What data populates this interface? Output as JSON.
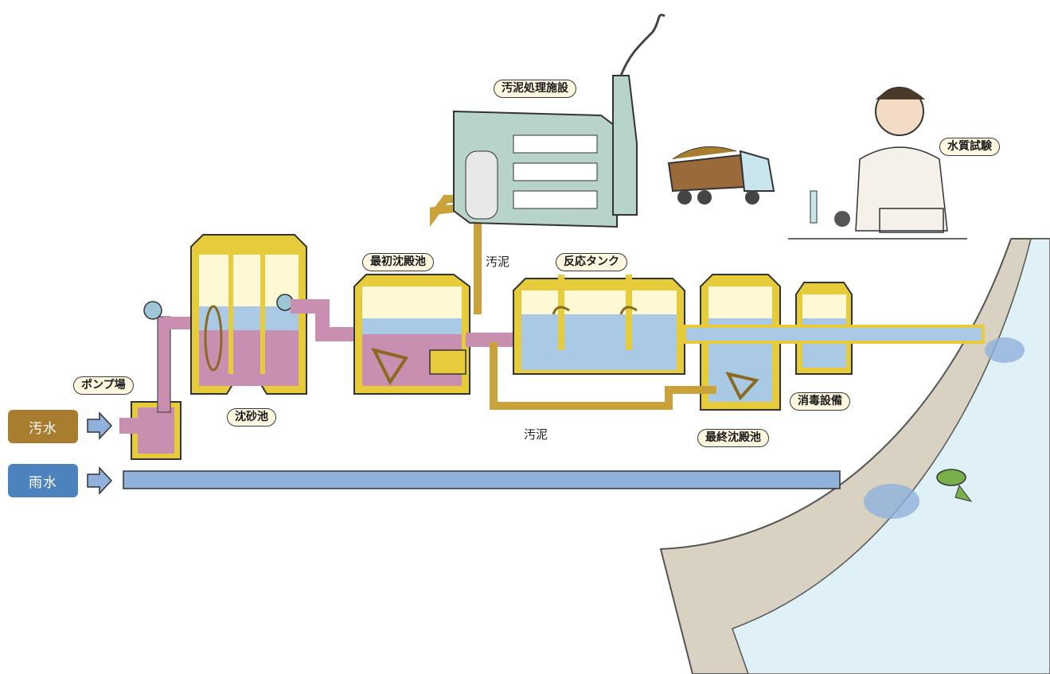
{
  "labels": {
    "sludge_facility": "汚泥処理施設",
    "water_test": "水質試験",
    "primary_sedimentation": "最初沈殿池",
    "reaction_tank": "反応タンク",
    "sludge_top": "汚泥",
    "sludge_bottom": "汚泥",
    "pump_station": "ポンプ場",
    "grit_chamber": "沈砂池",
    "disinfection": "消毒設備",
    "final_sedimentation": "最終沈殿池"
  },
  "sources": {
    "sewage": {
      "label": "汚水",
      "color": "#a87d2f"
    },
    "rainwater": {
      "label": "雨水",
      "color": "#4c83be"
    }
  },
  "colors": {
    "sewage_pipe": "#c98fb0",
    "clean_pipe": "#8fb1dc",
    "wall": "#e6cc3a",
    "sludge_line": "#c9a23a",
    "river": "#dff1f6"
  }
}
